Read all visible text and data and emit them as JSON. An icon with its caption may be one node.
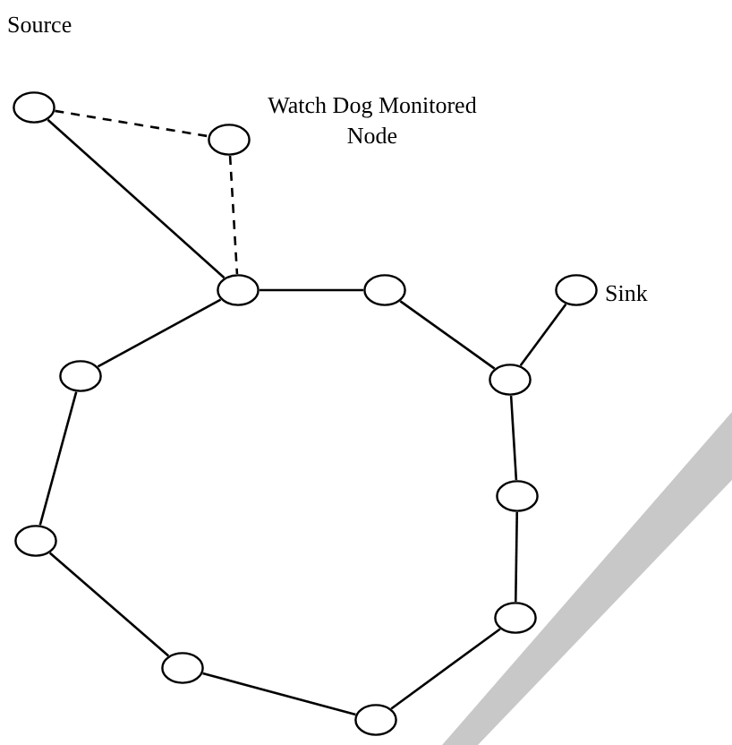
{
  "diagram": {
    "nodes": [
      {
        "text": [],
        "shape": "circle",
        "beside": [
          "Source"
        ]
      },
      {
        "text": [],
        "shape": "circle",
        "beside": [
          "Watch Dog Monitored Node"
        ]
      },
      {
        "text": [],
        "shape": "circle"
      },
      {
        "text": [],
        "shape": "circle"
      },
      {
        "text": [],
        "shape": "circle",
        "beside": [
          "Sink"
        ]
      },
      {
        "text": [],
        "shape": "circle"
      },
      {
        "text": [],
        "shape": "circle"
      },
      {
        "text": [],
        "shape": "circle"
      },
      {
        "text": [],
        "shape": "circle"
      },
      {
        "text": [],
        "shape": "circle"
      },
      {
        "text": [],
        "shape": "circle"
      },
      {
        "text": [],
        "shape": "circle"
      }
    ],
    "edges": [
      {
        "from": 0,
        "to": 1,
        "arrow": "none",
        "style": "dashed"
      },
      {
        "from": 1,
        "to": 2,
        "arrow": "none",
        "style": "dashed"
      },
      {
        "from": 0,
        "to": 2,
        "arrow": "none"
      },
      {
        "from": 2,
        "to": 3,
        "arrow": "none"
      },
      {
        "from": 3,
        "to": 6,
        "arrow": "none"
      },
      {
        "from": 4,
        "to": 6,
        "arrow": "none"
      },
      {
        "from": 6,
        "to": 7,
        "arrow": "none"
      },
      {
        "from": 7,
        "to": 9,
        "arrow": "none"
      },
      {
        "from": 9,
        "to": 11,
        "arrow": "none"
      },
      {
        "from": 11,
        "to": 10,
        "arrow": "none"
      },
      {
        "from": 10,
        "to": 8,
        "arrow": "none"
      },
      {
        "from": 8,
        "to": 5,
        "arrow": "none"
      },
      {
        "from": 5,
        "to": 2,
        "arrow": "none"
      }
    ]
  }
}
